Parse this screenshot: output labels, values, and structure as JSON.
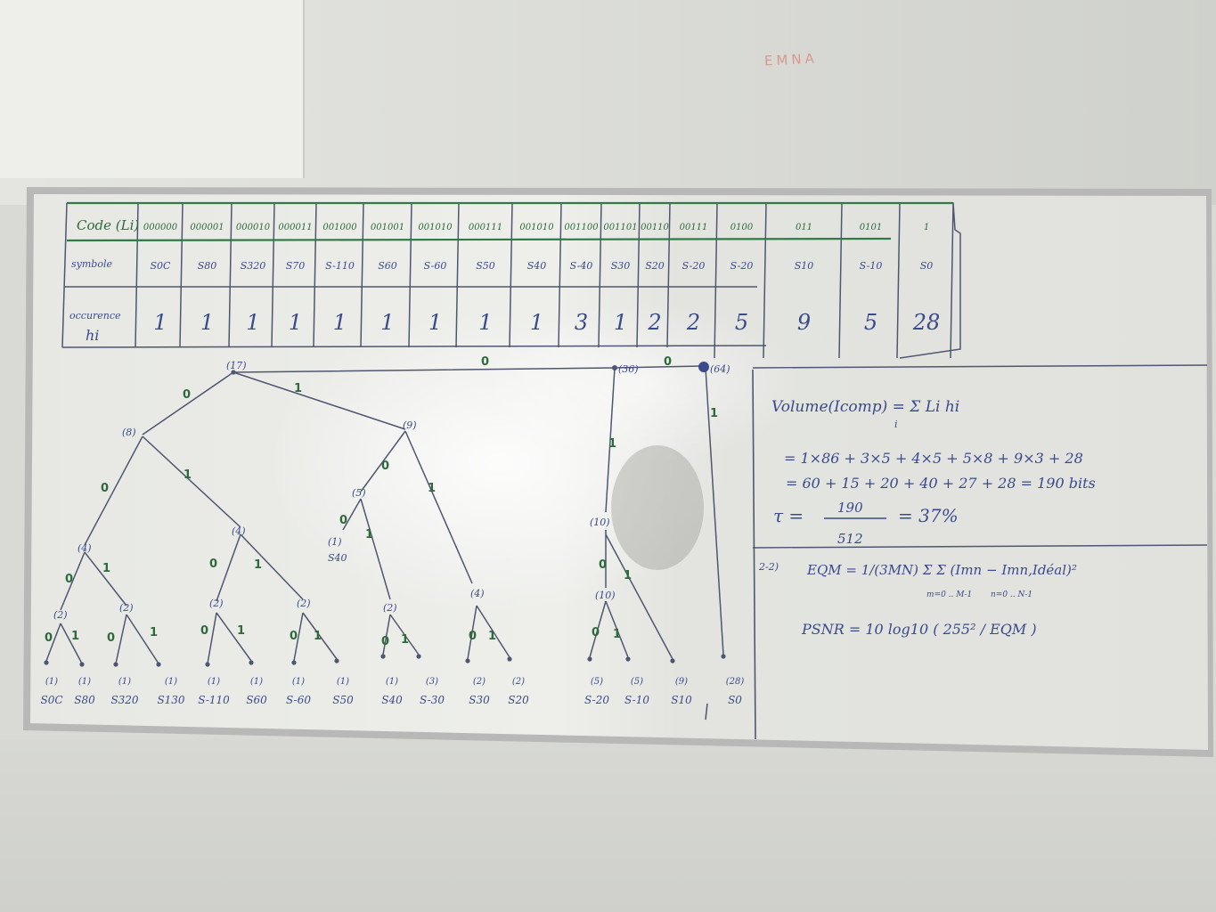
{
  "wall": {
    "writing": "EMNA"
  },
  "table": {
    "row_labels": {
      "code": "Code (Li)",
      "symbols": "symbole",
      "occurrence_line1": "occurence",
      "occurrence_line2": "hi"
    },
    "codes": [
      "000000",
      "000001",
      "000010",
      "000011",
      "001000",
      "001001",
      "001010",
      "000111",
      "001010",
      "001100",
      "001101",
      "00110",
      "00111",
      "0100",
      "011",
      "0101",
      "1"
    ],
    "symbols": [
      "S0C",
      "S80",
      "S320",
      "S70",
      "S-110",
      "S60",
      "S-60",
      "S50",
      "S40",
      "S-40",
      "S30",
      "S20",
      "S-20",
      "S-20",
      "S10",
      "S-10",
      "S0"
    ],
    "occurrences": [
      "1",
      "1",
      "1",
      "1",
      "1",
      "1",
      "1",
      "1",
      "1",
      "3",
      "1",
      "2",
      "2",
      "5",
      "9",
      "5",
      "28"
    ]
  },
  "tree": {
    "root": "(17)",
    "node_36": "(36)",
    "node_64": "(64)",
    "node_8": "(8)",
    "node_9": "(9)",
    "node_5": "(5)",
    "node_4a": "(4)",
    "node_4b": "(4)",
    "node_4c": "(4)",
    "node_2s": [
      "(2)",
      "(2)",
      "(2)",
      "(2)",
      "(2)"
    ],
    "node_10a": "(10)",
    "node_10b": "(10)",
    "node_1": "(1)",
    "branch_zero": "0",
    "branch_one": "1",
    "leaves": [
      {
        "count": "(1)",
        "sym": "S0C"
      },
      {
        "count": "(1)",
        "sym": "S80"
      },
      {
        "count": "(1)",
        "sym": "S320"
      },
      {
        "count": "(1)",
        "sym": "S130"
      },
      {
        "count": "(1)",
        "sym": "S-110"
      },
      {
        "count": "(1)",
        "sym": "S60"
      },
      {
        "count": "(1)",
        "sym": "S-60"
      },
      {
        "count": "(1)",
        "sym": "S50"
      },
      {
        "count": "(1)",
        "sym": "S40"
      },
      {
        "count": "(3)",
        "sym": "S-30"
      },
      {
        "count": "(2)",
        "sym": "S30"
      },
      {
        "count": "(2)",
        "sym": "S20"
      },
      {
        "count": "(5)",
        "sym": "S-20"
      },
      {
        "count": "(5)",
        "sym": "S-10"
      },
      {
        "count": "(9)",
        "sym": "S10"
      },
      {
        "count": "(28)",
        "sym": "S0"
      }
    ],
    "left_leaf_label_count": "(1)",
    "left_leaf_label_sym": "S40"
  },
  "formulas": {
    "volume": "Volume(Icomp) = Σ Li hi",
    "volume_sub": "i",
    "line2": "= 1×86 + 3×5 + 4×5 + 5×8 + 9×3 + 28",
    "line3": "= 60 + 15 + 20 + 40 + 27 + 28 = 190 bits",
    "tau": "τ =",
    "tau_num": "190",
    "tau_den": "512",
    "tau_result": "= 37%",
    "eqm_label": "2-2)",
    "eqm": "EQM = 1/(3MN) Σ Σ (Imn − Imn,Idéal)²",
    "eqm_sum1": "m=0 .. M-1",
    "eqm_sum2": "n=0 .. N-1",
    "psnr": "PSNR = 10 log10 ( 255² / EQM )"
  }
}
